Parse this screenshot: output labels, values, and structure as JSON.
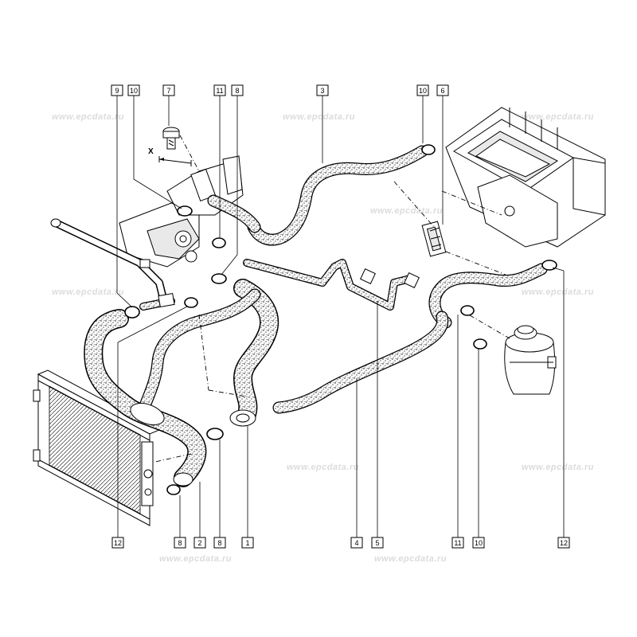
{
  "watermark": {
    "text": "www.epcdata.ru"
  },
  "diagram": {
    "x_marker": "X",
    "callouts": [
      {
        "id": "c-top-9",
        "label": "9"
      },
      {
        "id": "c-top-10a",
        "label": "10"
      },
      {
        "id": "c-top-7",
        "label": "7"
      },
      {
        "id": "c-top-11",
        "label": "11"
      },
      {
        "id": "c-top-8",
        "label": "8"
      },
      {
        "id": "c-top-3",
        "label": "3"
      },
      {
        "id": "c-top-10b",
        "label": "10"
      },
      {
        "id": "c-top-6",
        "label": "6"
      },
      {
        "id": "c-bot-12a",
        "label": "12"
      },
      {
        "id": "c-bot-8a",
        "label": "8"
      },
      {
        "id": "c-bot-2",
        "label": "2"
      },
      {
        "id": "c-bot-8b",
        "label": "8"
      },
      {
        "id": "c-bot-1",
        "label": "1"
      },
      {
        "id": "c-bot-4",
        "label": "4"
      },
      {
        "id": "c-bot-5",
        "label": "5"
      },
      {
        "id": "c-bot-11",
        "label": "11"
      },
      {
        "id": "c-bot-10",
        "label": "10"
      },
      {
        "id": "c-bot-12b",
        "label": "12"
      }
    ]
  },
  "colors": {
    "ink": "#000000",
    "paper": "#ffffff",
    "watermark": "#dcdcdc"
  }
}
